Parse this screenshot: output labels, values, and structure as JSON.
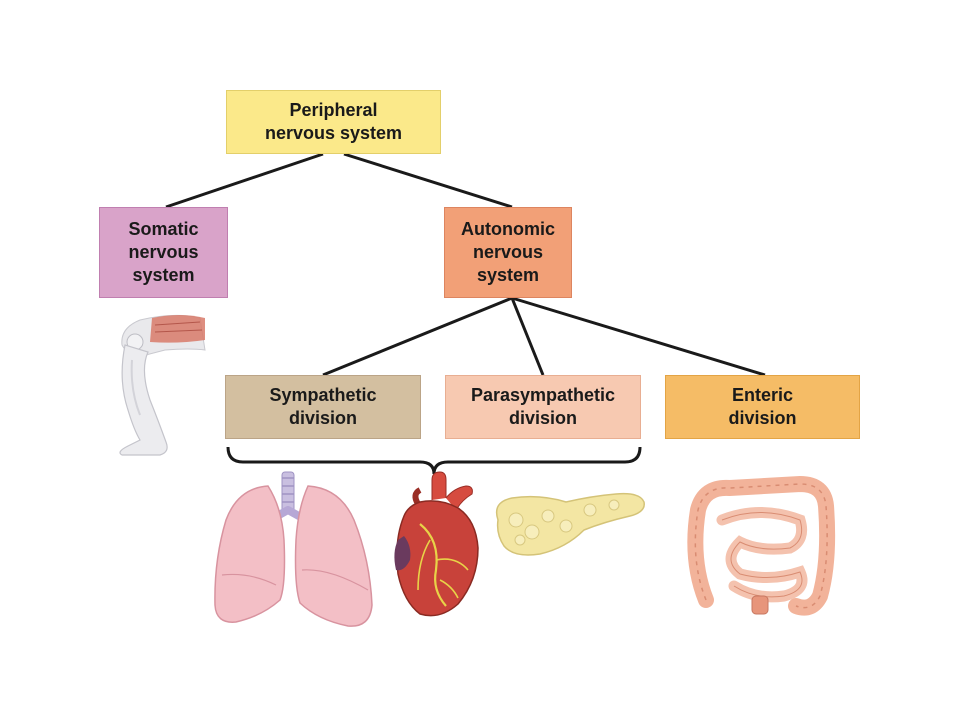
{
  "nodes": {
    "pns": {
      "label": "Peripheral\nnervous system",
      "color": "#fbe98a",
      "border": "#e3cf6a"
    },
    "som": {
      "label": "Somatic\nnervous\nsystem",
      "color": "#d9a3c9",
      "border": "#c07fb0"
    },
    "aut": {
      "label": "Autonomic\nnervous\nsystem",
      "color": "#f2a077",
      "border": "#dd8560"
    },
    "sym": {
      "label": "Sympathetic\ndivision",
      "color": "#d3bfa0",
      "border": "#bba487"
    },
    "para": {
      "label": "Parasympathetic\ndivision",
      "color": "#f7c9b1",
      "border": "#e8ae92"
    },
    "ent": {
      "label": "Enteric\ndivision",
      "color": "#f5bc66",
      "border": "#e3a445"
    }
  },
  "edges": [
    [
      "pns",
      "som"
    ],
    [
      "pns",
      "aut"
    ],
    [
      "aut",
      "sym"
    ],
    [
      "aut",
      "para"
    ],
    [
      "aut",
      "ent"
    ]
  ],
  "illustrations": {
    "leg": "leg-muscle-icon",
    "lungs": "lungs-icon",
    "heart": "heart-icon",
    "pancreas": "pancreas-icon",
    "intestines": "intestines-icon"
  },
  "colors": {
    "line": "#1a1a1a",
    "lung": "#f3bfc6",
    "heart": "#c8423a",
    "pancreas": "#f3e6a3",
    "intestine": "#f2b39a"
  }
}
